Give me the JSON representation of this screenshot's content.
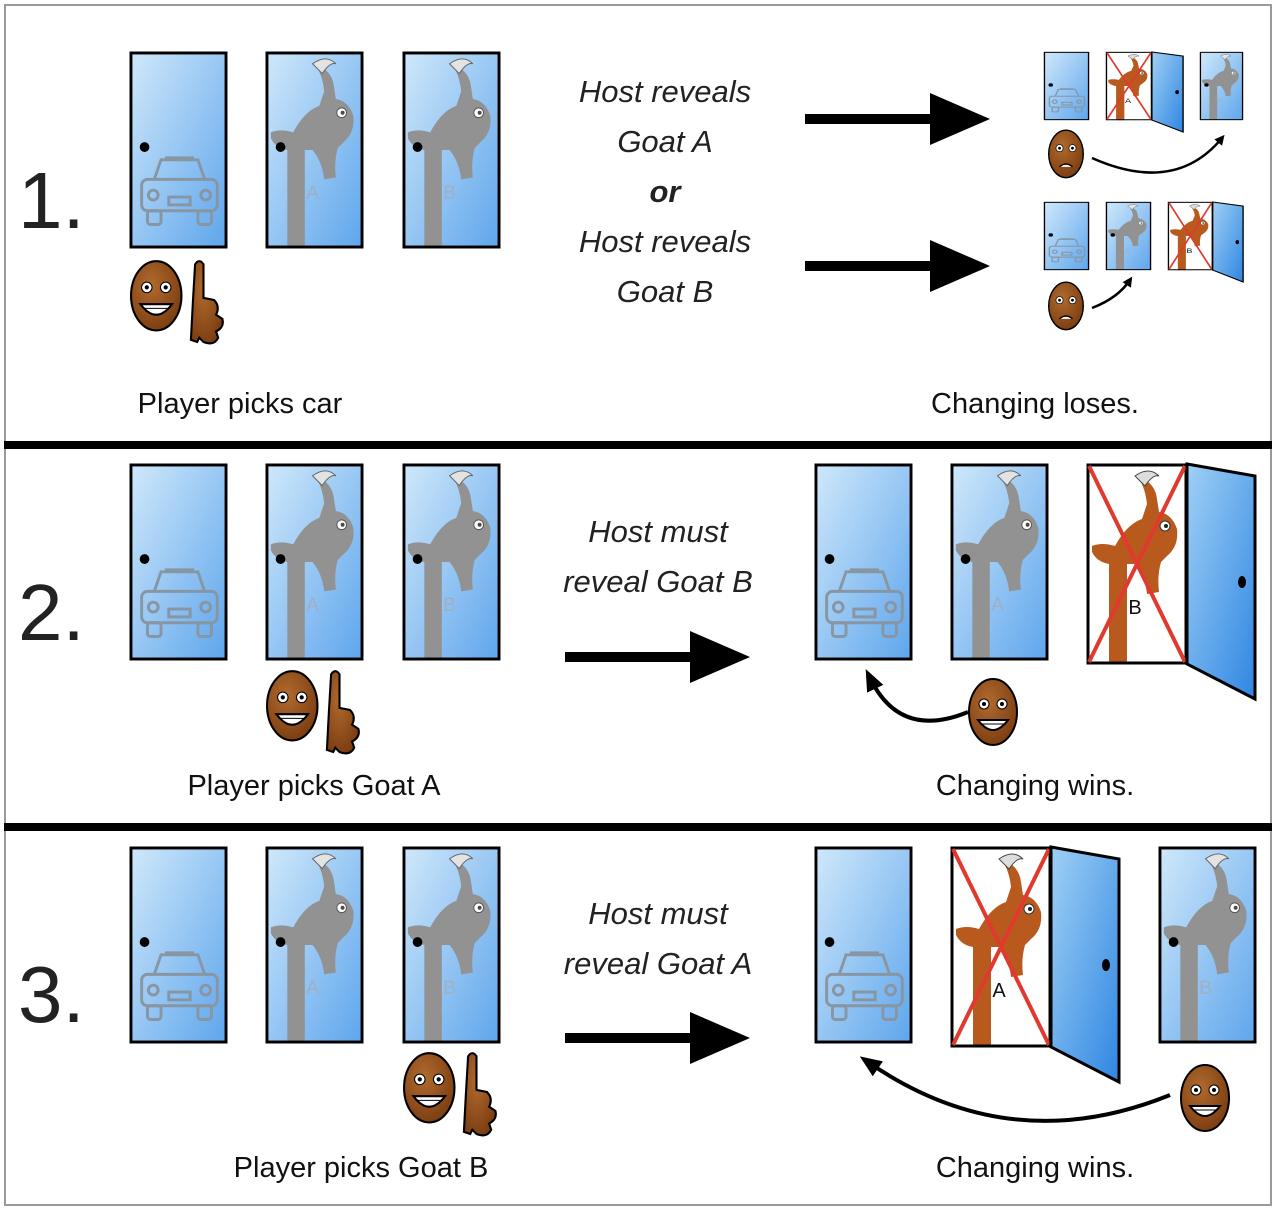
{
  "panels": [
    {
      "number": "1.",
      "host_lines": [
        "Host reveals",
        "Goat A",
        "or",
        "Host reveals",
        "Goat B"
      ],
      "pick_caption": "Player picks car",
      "result_caption": "Changing loses.",
      "small_door_letters": [
        "A",
        "B"
      ]
    },
    {
      "number": "2.",
      "host_lines": [
        "Host must",
        "reveal Goat B"
      ],
      "pick_caption": "Player picks Goat A",
      "result_caption": "Changing wins."
    },
    {
      "number": "3.",
      "host_lines": [
        "Host must",
        "reveal Goat A"
      ],
      "pick_caption": "Player picks Goat B",
      "result_caption": "Changing wins."
    }
  ],
  "door_letters": {
    "a": "A",
    "b": "B"
  },
  "colors": {
    "door_light": "#bfe0f8",
    "door_dark": "#3f97ea",
    "goat_gray": "#7a7a7a",
    "goat_brown": "#b85a1e",
    "cross_red": "#e03a2e",
    "face_brown": "#8b4513",
    "divider": "#000000"
  },
  "icons": [
    "door-icon",
    "car-icon",
    "goat-icon",
    "face-icon",
    "pointing-hand-icon",
    "arrow-icon",
    "curved-arrow-icon",
    "red-cross-icon"
  ]
}
